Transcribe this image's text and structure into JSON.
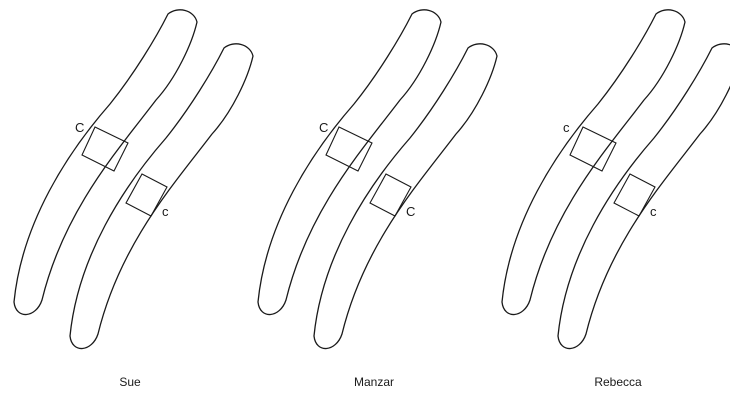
{
  "individuals": [
    {
      "name": "Sue",
      "chromosome_pair": [
        {
          "allele": "C",
          "band": "unshaded"
        },
        {
          "allele": "c",
          "band": "shaded"
        }
      ]
    },
    {
      "name": "Manzar",
      "chromosome_pair": [
        {
          "allele": "C",
          "band": "unshaded"
        },
        {
          "allele": "C",
          "band": "unshaded"
        }
      ]
    },
    {
      "name": "Rebecca",
      "chromosome_pair": [
        {
          "allele": "c",
          "band": "shaded"
        },
        {
          "allele": "c",
          "band": "shaded"
        }
      ]
    }
  ],
  "colors": {
    "shaded": "#dcdcdc",
    "unshaded": "#ffffff",
    "outline": "#1a1a1a"
  }
}
